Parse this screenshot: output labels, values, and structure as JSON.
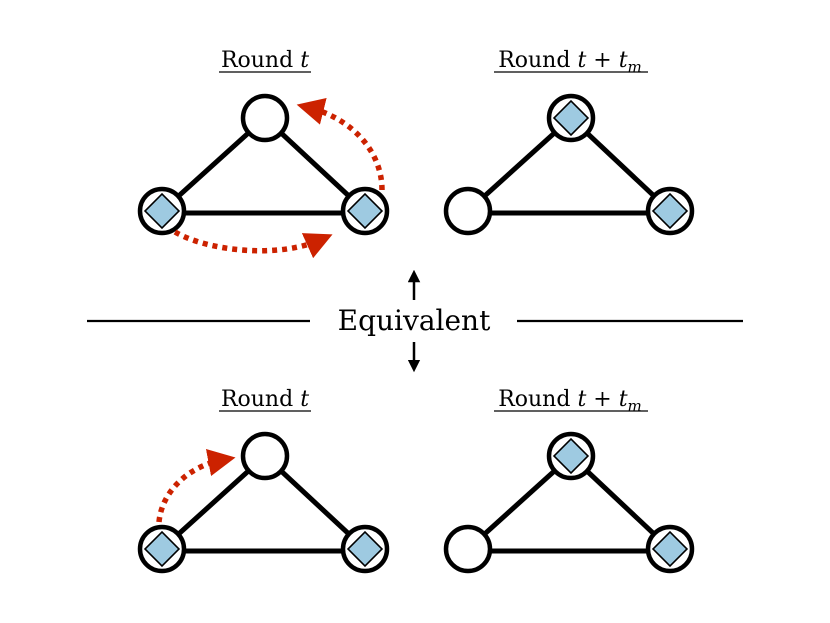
{
  "colors": {
    "node_fill": "#ffffff",
    "token_fill": "#9ecae1",
    "move_arrow": "#cc2200",
    "line": "#000000"
  },
  "center": {
    "label": "Equivalent"
  },
  "panels": [
    {
      "id": "top-left",
      "title_prefix": "Round ",
      "title_var": "t",
      "title_op": "",
      "title_var2": "",
      "title_sub": "",
      "tokens": [
        false,
        true,
        true
      ],
      "moves": [
        "from right node to top node",
        "from left node to right node"
      ]
    },
    {
      "id": "top-right",
      "title_prefix": "Round ",
      "title_var": "t",
      "title_op": " + ",
      "title_var2": "t",
      "title_sub": "m",
      "tokens": [
        true,
        false,
        true
      ],
      "moves": []
    },
    {
      "id": "bottom-left",
      "title_prefix": "Round ",
      "title_var": "t",
      "title_op": "",
      "title_var2": "",
      "title_sub": "",
      "tokens": [
        false,
        true,
        true
      ],
      "moves": [
        "from left node to top node"
      ]
    },
    {
      "id": "bottom-right",
      "title_prefix": "Round ",
      "title_var": "t",
      "title_op": " + ",
      "title_var2": "t",
      "title_sub": "m",
      "tokens": [
        true,
        false,
        true
      ],
      "moves": []
    }
  ]
}
